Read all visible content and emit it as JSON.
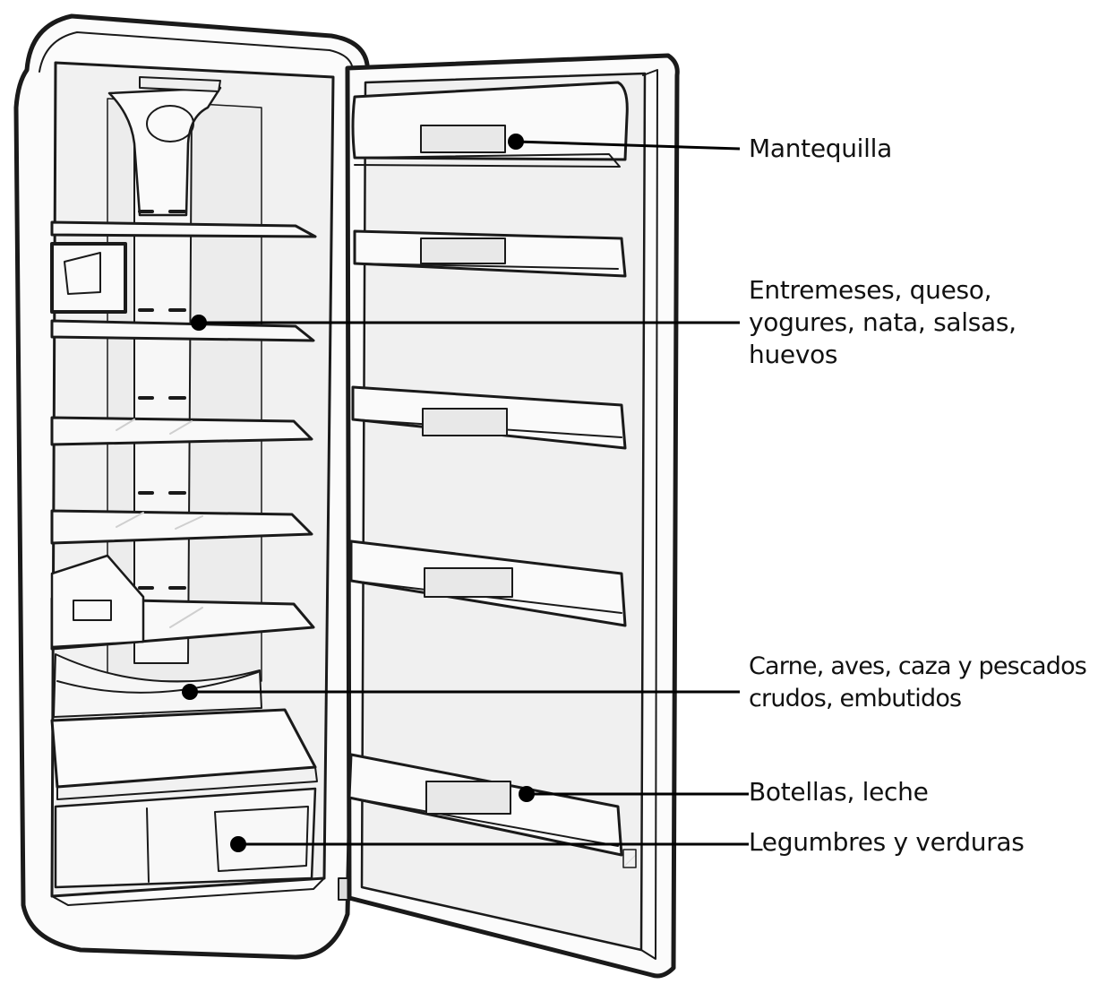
{
  "diagram": {
    "labels": [
      {
        "id": "mantequilla",
        "lines": [
          "Mantequilla"
        ]
      },
      {
        "id": "entremeses",
        "lines": [
          "Entremeses, queso,",
          "yogures, nata, salsas,",
          "huevos"
        ]
      },
      {
        "id": "carne",
        "lines": [
          "Carne, aves, caza y pescados",
          "crudos, embutidos"
        ]
      },
      {
        "id": "botellas",
        "lines": [
          "Botellas, leche"
        ]
      },
      {
        "id": "legumbres",
        "lines": [
          "Legumbres y verduras"
        ]
      }
    ]
  }
}
